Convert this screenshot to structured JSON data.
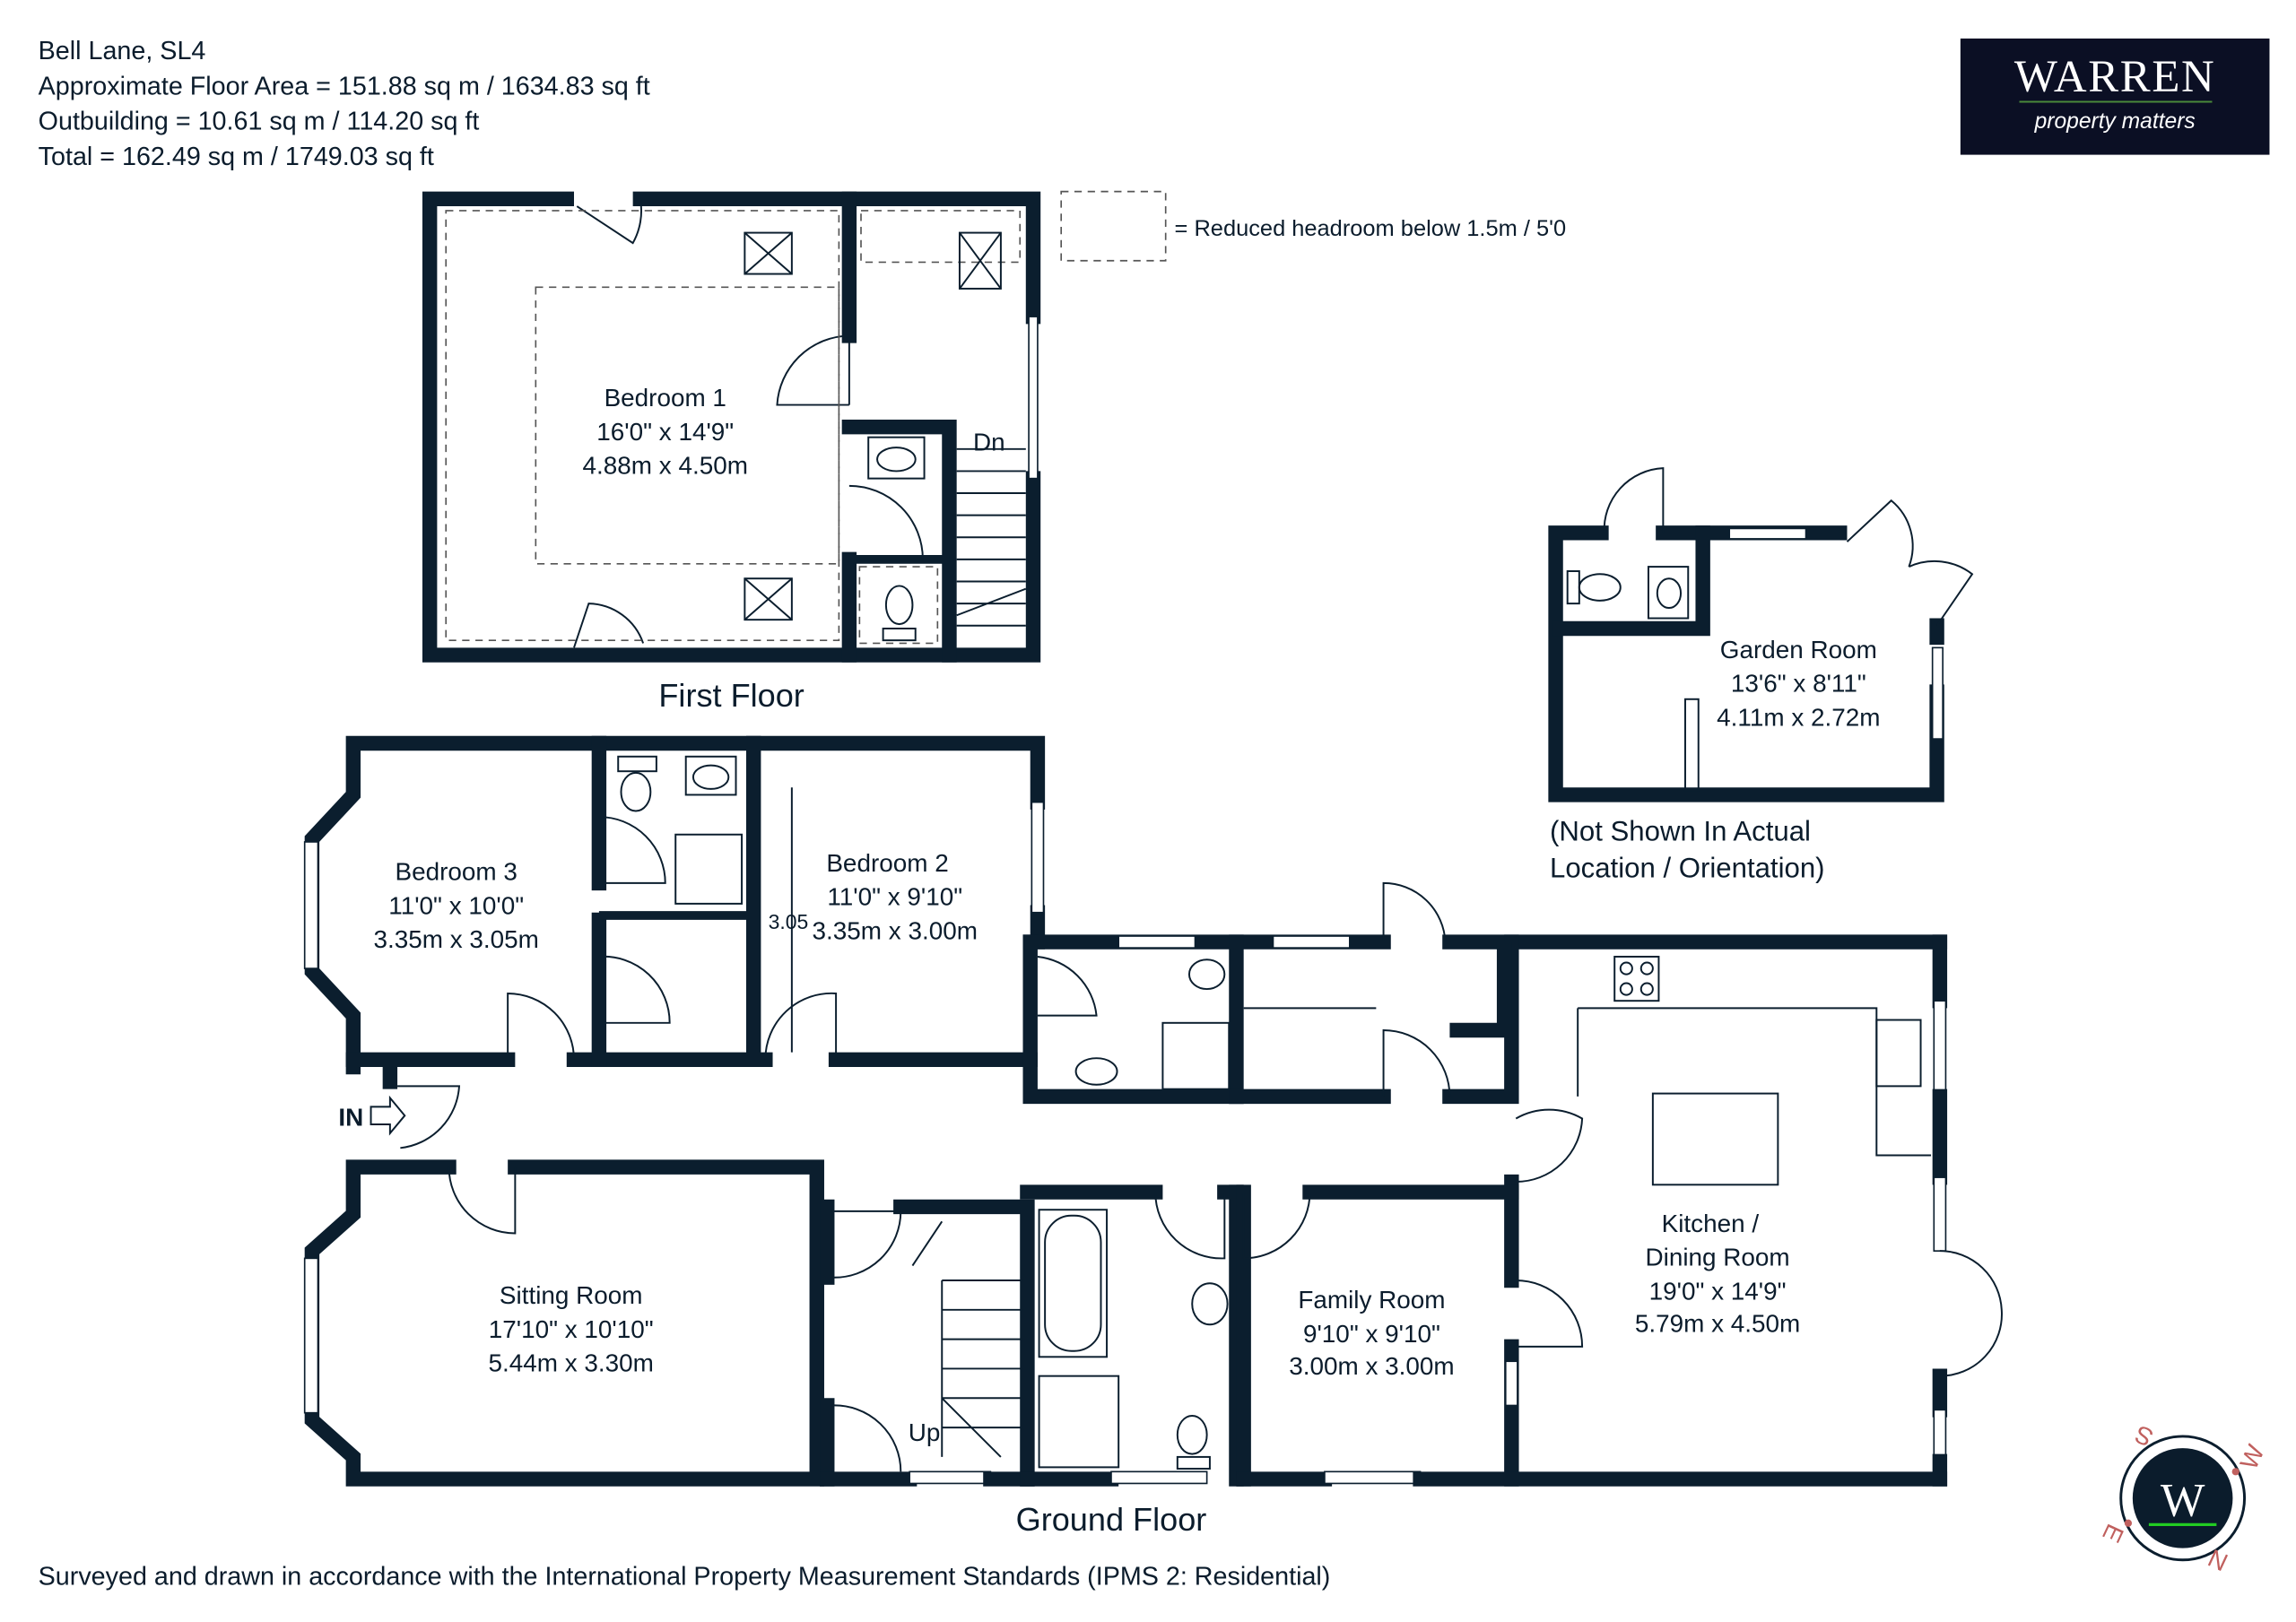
{
  "header": {
    "address": "Bell Lane, SL4",
    "floor_area": "Approximate Floor Area = 151.88 sq m / 1634.83 sq ft",
    "outbuilding": "Outbuilding = 10.61 sq m / 114.20 sq ft",
    "total": "Total = 162.49 sq m / 1749.03 sq ft"
  },
  "logo": {
    "name": "WARREN",
    "tagline": "property matters",
    "bg_color": "#0b0f24",
    "accent_color": "#4a8a3a"
  },
  "legend": {
    "reduced_headroom": "= Reduced headroom below 1.5m / 5'0"
  },
  "floors": {
    "first": "First Floor",
    "ground": "Ground Floor"
  },
  "rooms": {
    "bedroom1": {
      "name": "Bedroom 1",
      "imperial": "16'0\" x 14'9\"",
      "metric": "4.88m x 4.50m"
    },
    "bedroom3": {
      "name": "Bedroom 3",
      "imperial": "11'0\" x 10'0\"",
      "metric": "3.35m x 3.05m"
    },
    "bedroom2": {
      "name": "Bedroom 2",
      "imperial": "11'0\" x 9'10\"",
      "metric": "3.35m x 3.00m",
      "dimension_marker": "3.05"
    },
    "sitting": {
      "name": "Sitting Room",
      "imperial": "17'10\" x 10'10\"",
      "metric": "5.44m x 3.30m"
    },
    "family": {
      "name": "Family Room",
      "imperial": "9'10\" x 9'10\"",
      "metric": "3.00m x 3.00m"
    },
    "kitchen": {
      "name_line1": "Kitchen /",
      "name_line2": "Dining Room",
      "imperial": "19'0\" x 14'9\"",
      "metric": "5.79m x 4.50m"
    },
    "garden": {
      "name": "Garden Room",
      "imperial": "13'6\" x 8'11\"",
      "metric": "4.11m x 2.72m"
    }
  },
  "labels": {
    "dn": "Dn",
    "up": "Up",
    "entrance": "IN",
    "not_shown_line1": "(Not Shown In Actual",
    "not_shown_line2": "Location / Orientation)"
  },
  "compass": {
    "s": "S",
    "w": "W",
    "n": "N",
    "e": "E",
    "logo_letter": "W",
    "color": "#c0605e"
  },
  "footer": "Surveyed and drawn in accordance with the International Property Measurement Standards (IPMS 2: Residential)"
}
